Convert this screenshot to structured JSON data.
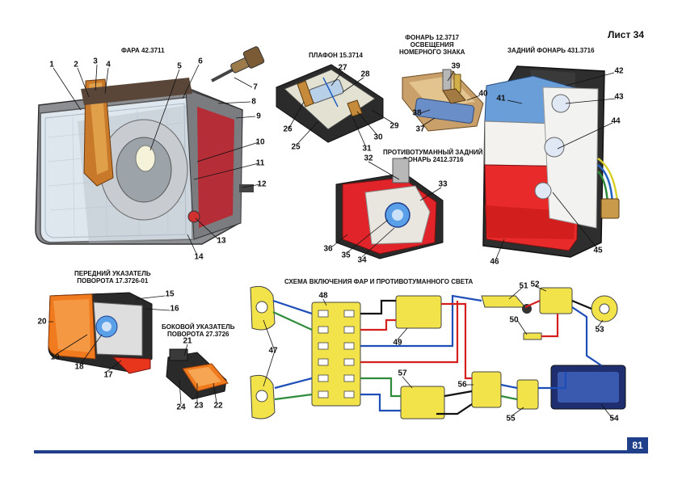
{
  "sheet_label": "Лист 34",
  "page_number": "81",
  "parts": {
    "headlight": "ФАРА 42.3711",
    "dome_light": "ПЛАФОН 15.3714",
    "plate_light": [
      "ФОНАРЬ 12.3717",
      "ОСВЕЩЕНИЯ",
      "НОМЕРНОГО ЗНАКА"
    ],
    "rear_light": "ЗАДНИЙ ФОНАРЬ 431.3716",
    "rear_fog": [
      "ПРОТИВОТУМАННЫЙ ЗАДНИЙ",
      "ФОНАРЬ 2412.3716"
    ],
    "front_turn": [
      "ПЕРЕДНИЙ УКАЗАТЕЛЬ",
      "ПОВОРОТА 17.3726-01"
    ],
    "side_turn": [
      "БОКОВОЙ УКАЗАТЕЛЬ",
      "ПОВОРОТА 27.3726"
    ],
    "wiring_title": "СХЕМА ВКЛЮЧЕНИЯ ФАР И ПРОТИВОТУМАННОГО СВЕТА"
  },
  "callouts": [
    "1",
    "2",
    "3",
    "4",
    "5",
    "6",
    "7",
    "8",
    "9",
    "10",
    "11",
    "12",
    "13",
    "14",
    "15",
    "16",
    "17",
    "18",
    "19",
    "20",
    "21",
    "22",
    "23",
    "24",
    "25",
    "26",
    "27",
    "28",
    "29",
    "30",
    "31",
    "32",
    "33",
    "34",
    "35",
    "36",
    "37",
    "38",
    "39",
    "40",
    "41",
    "42",
    "43",
    "44",
    "45",
    "46",
    "47",
    "48",
    "49",
    "50",
    "51",
    "52",
    "53",
    "54",
    "55",
    "56",
    "57"
  ],
  "colors": {
    "accent_blue": "#1f3f8a",
    "lamp_red": "#e0242a",
    "lamp_orange": "#f07a1e",
    "relay_yellow": "#f2e34a",
    "lens_blue": "#6aa8e0",
    "wire_red": "#d41f1f",
    "wire_blue": "#1e4fb8",
    "wire_green": "#2e8b3a",
    "wire_black": "#111111"
  }
}
